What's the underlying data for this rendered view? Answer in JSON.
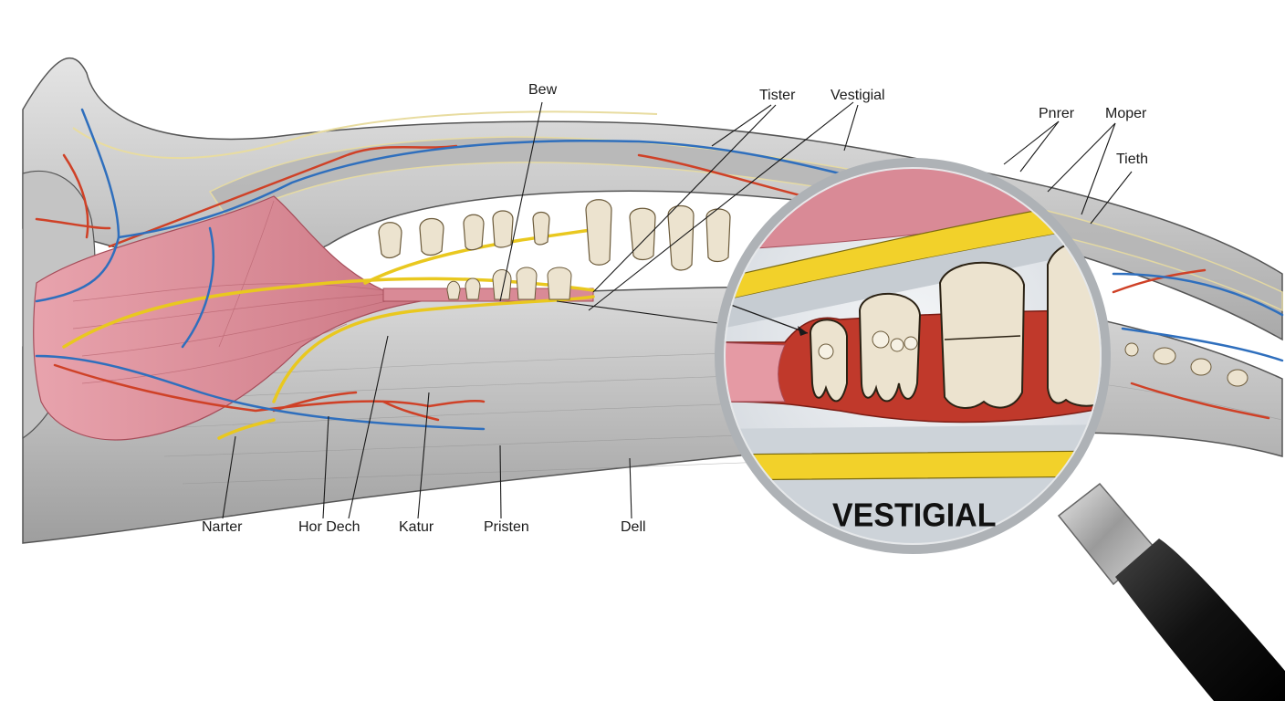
{
  "labels": {
    "bew": "Bew",
    "tister": "Tister",
    "vestigial_top": "Vestigial",
    "pnrer": "Pnrer",
    "moper": "Moper",
    "tieth": "Tieth",
    "narter": "Narter",
    "hor_dech": "Hor Dech",
    "katur": "Katur",
    "pristen": "Pristen",
    "dell": "Dell"
  },
  "magnifier": {
    "caption": "VESTIGIAL"
  },
  "colors": {
    "bone": "#cfcfcf",
    "marrow": "#b8b8b8",
    "muscle": "#d98a96",
    "nerve": "#f0d02a",
    "artery": "#d2452a",
    "vein": "#2a6fc0",
    "tooth": "#ece3cf",
    "gum": "#c23a3a",
    "lens_rim": "#b9b9b9",
    "handle": "#111111"
  }
}
